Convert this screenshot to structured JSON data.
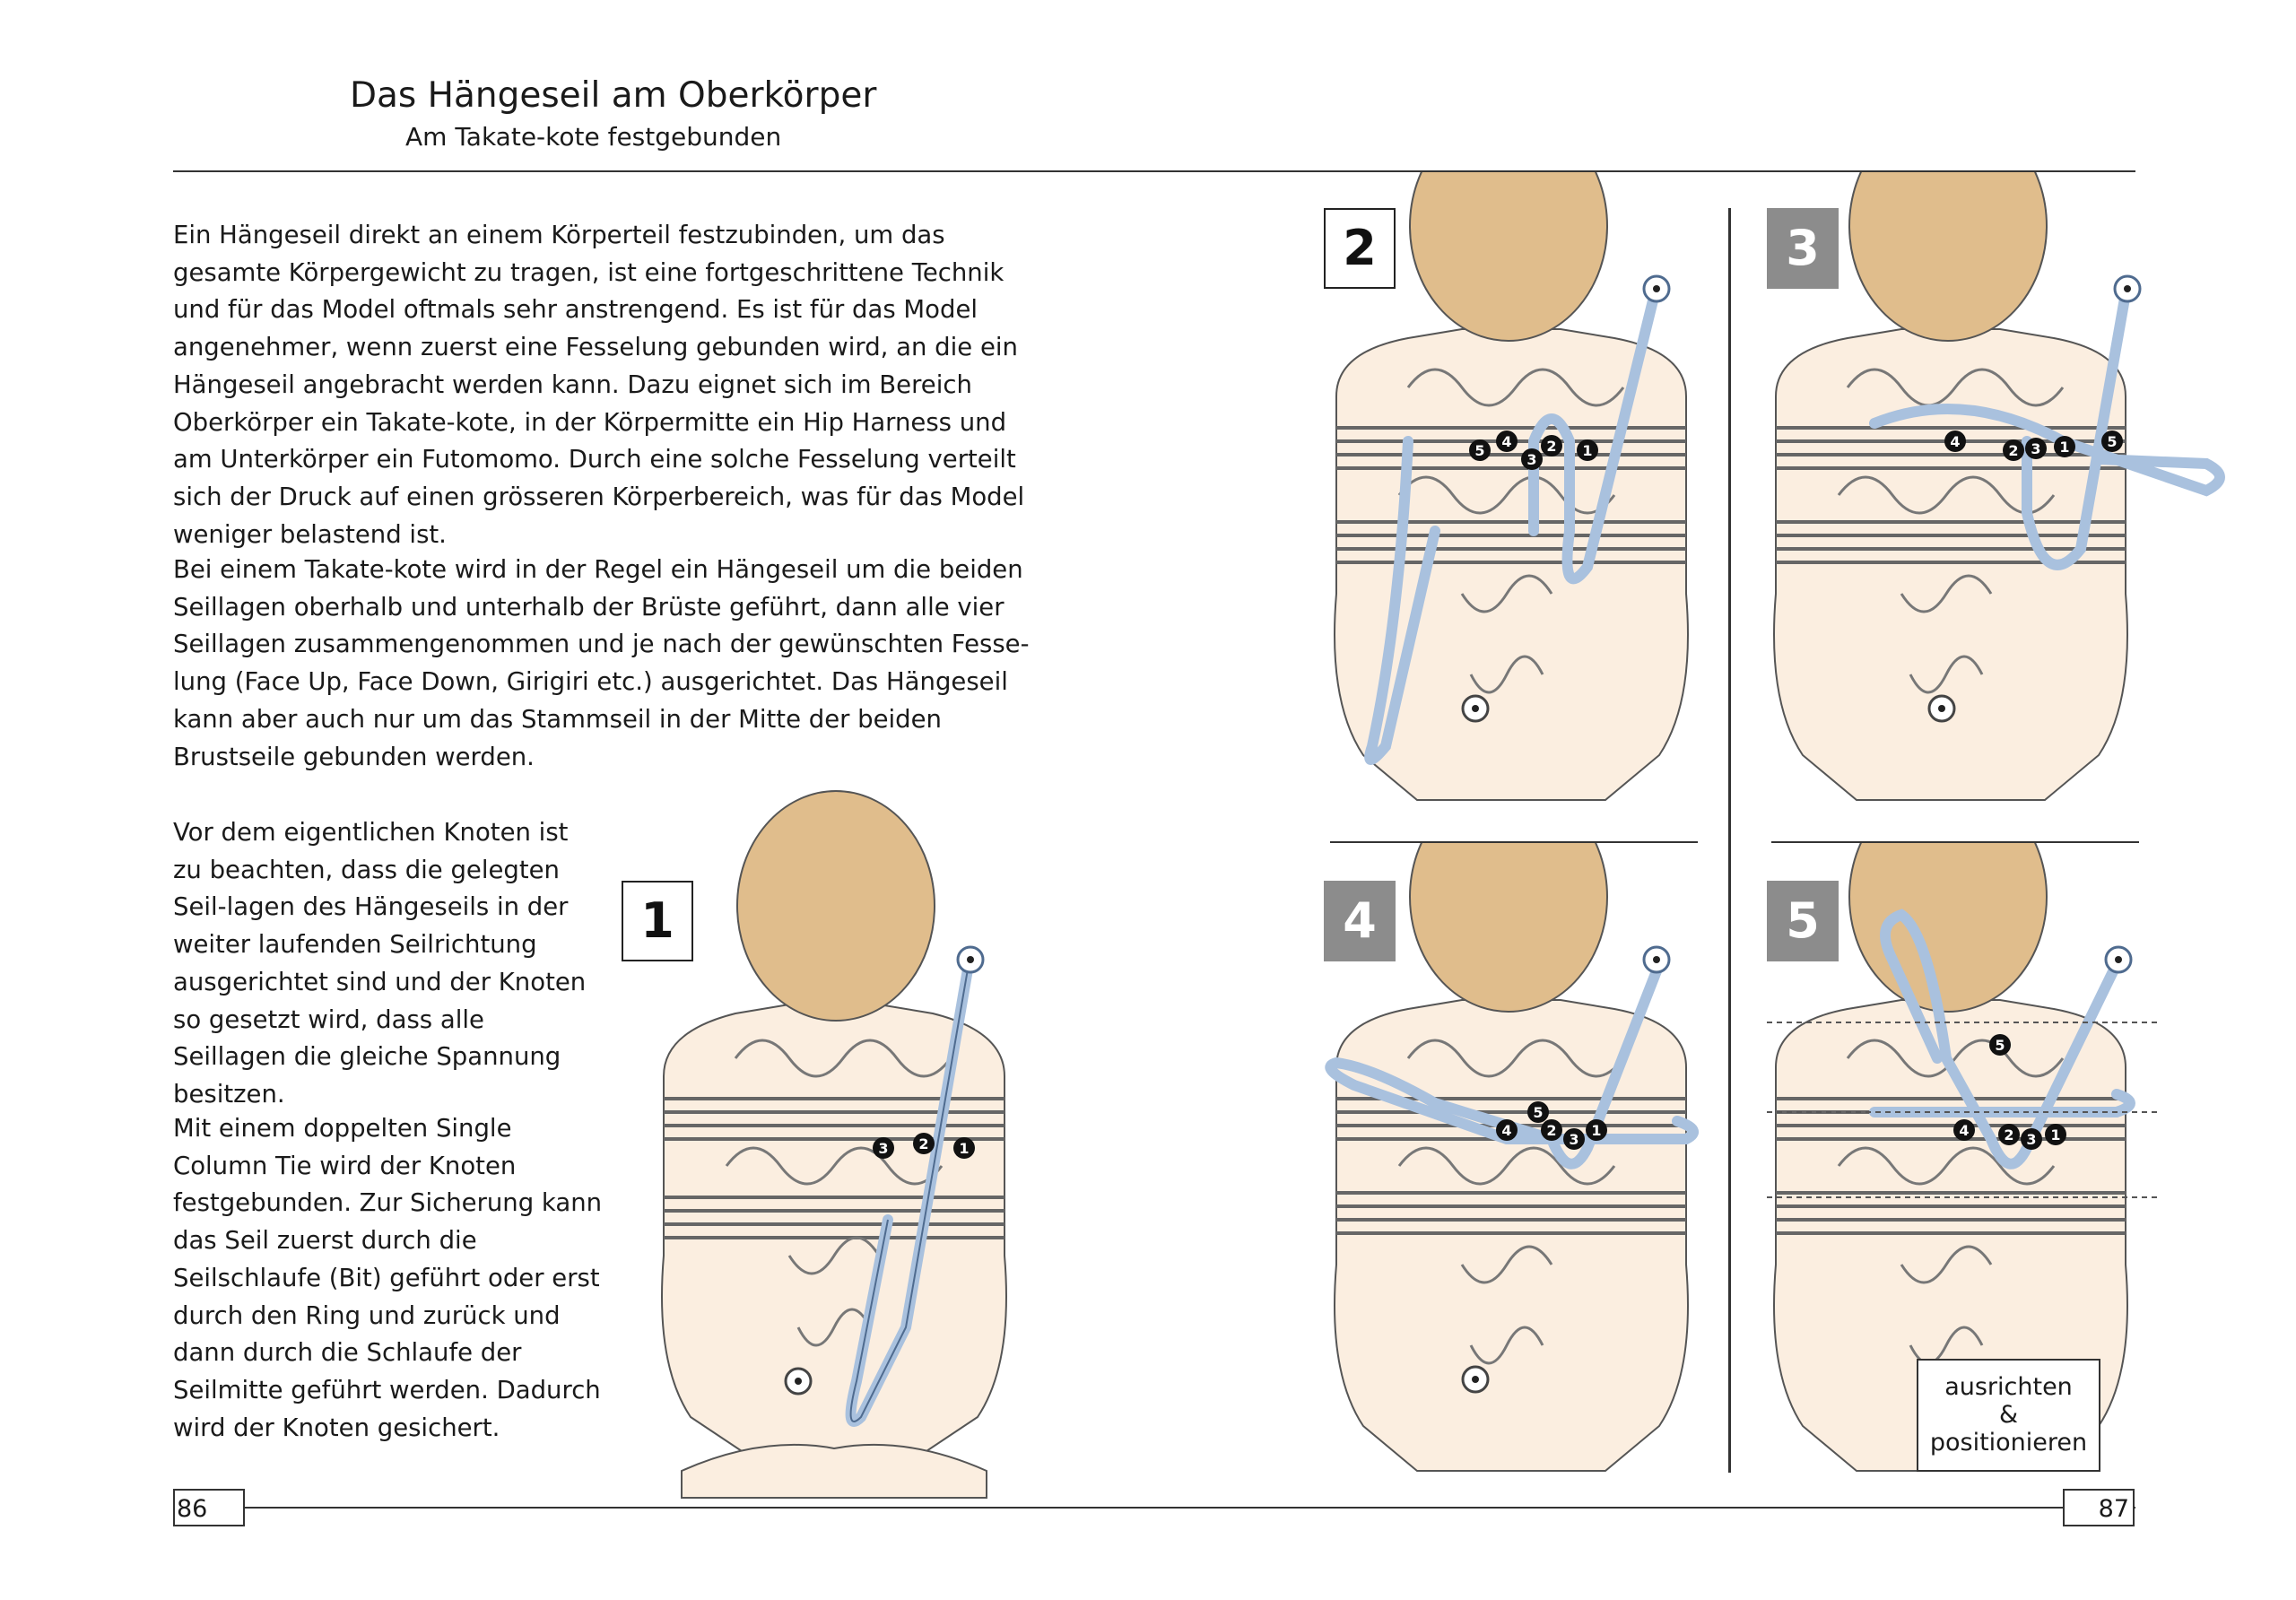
{
  "header": {
    "title": "Das Hängeseil am Oberkörper",
    "subtitle": "Am Takate-kote festgebunden"
  },
  "body": {
    "paragraph_1": "Ein Hängeseil direkt an einem Körperteil festzubinden, um das gesamte Körpergewicht zu tragen, ist eine fortgeschrittene Technik und für das Model oftmals sehr anstrengend. Es ist für das Model angenehmer, wenn zuerst eine Fesselung gebunden wird, an die ein Hängeseil angebracht werden kann. Dazu eignet sich im Bereich Oberkörper ein Takate-kote, in der Körpermitte ein Hip Harness und am Unterkörper ein Futomomo. Durch eine solche Fesselung verteilt sich der Druck auf einen grösseren Körperbereich, was für das Model weniger belastend ist.",
    "paragraph_2": "Bei einem Takate-kote wird in der Regel ein Hängeseil um die beiden Seillagen oberhalb und unterhalb der Brüste geführt, dann alle vier Seillagen zusammengenommen und je nach der gewünschten Fesse-lung (Face Up, Face Down, Girigiri etc.) ausgerichtet. Das Hängeseil kann aber auch nur um das Stammseil in der Mitte der beiden Brustseile gebunden werden.",
    "paragraph_3": "Vor dem eigentlichen Knoten ist zu beachten, dass die gelegten Seil-lagen des Hängeseils in der weiter laufenden Seilrichtung ausgerichtet sind und der Knoten so gesetzt wird, dass alle Seillagen die gleiche Spannung besitzen.",
    "paragraph_4": "Mit einem doppelten Single Column Tie wird der Knoten festgebunden. Zur Sicherung kann das Seil zuerst durch die Seilschlaufe (Bit) geführt oder erst durch den Ring und zurück und dann durch die Schlaufe der Seilmitte geführt werden. Dadurch wird der Knoten gesichert."
  },
  "figures": [
    {
      "step": "1",
      "markers": [
        "1",
        "2",
        "3"
      ]
    },
    {
      "step": "2",
      "markers": [
        "1",
        "2",
        "3",
        "4",
        "5"
      ]
    },
    {
      "step": "3",
      "markers": [
        "1",
        "2",
        "3",
        "4",
        "5"
      ]
    },
    {
      "step": "4",
      "markers": [
        "1",
        "2",
        "3",
        "4",
        "5"
      ]
    },
    {
      "step": "5",
      "markers": [
        "1",
        "2",
        "3",
        "4",
        "5"
      ]
    }
  ],
  "callout": {
    "line1": "ausrichten",
    "line2": "&",
    "line3": "positionieren"
  },
  "footer": {
    "page_left": "86",
    "page_right": "87"
  },
  "colors": {
    "skin": "#fbeee0",
    "hair": "#e0bd8c",
    "rope_blue": "#a9c1de",
    "step_grey": "#8c8c8c"
  }
}
